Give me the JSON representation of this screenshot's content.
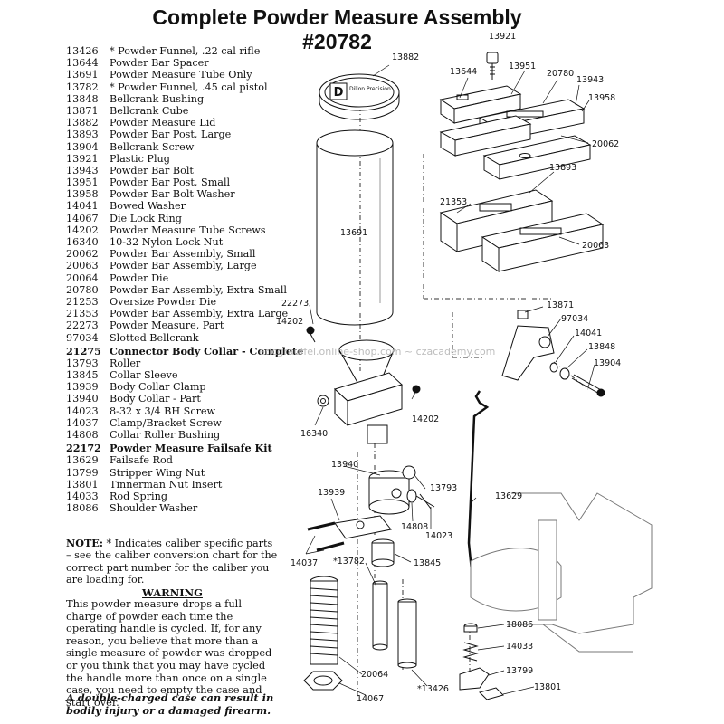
{
  "title": {
    "line1": "Complete Powder Measure Assembly",
    "line2": "#20782"
  },
  "parts_list": [
    {
      "num": "13426",
      "desc": "* Powder Funnel, .22 cal rifle"
    },
    {
      "num": "13644",
      "desc": "Powder Bar Spacer"
    },
    {
      "num": "13691",
      "desc": "Powder Measure Tube Only"
    },
    {
      "num": "13782",
      "desc": "* Powder Funnel, .45 cal pistol"
    },
    {
      "num": "13848",
      "desc": "Bellcrank Bushing"
    },
    {
      "num": "13871",
      "desc": "Bellcrank Cube"
    },
    {
      "num": "13882",
      "desc": "Powder Measure Lid"
    },
    {
      "num": "13893",
      "desc": "Powder Bar Post, Large"
    },
    {
      "num": "13904",
      "desc": "Bellcrank Screw"
    },
    {
      "num": "13921",
      "desc": "Plastic Plug"
    },
    {
      "num": "13943",
      "desc": "Powder Bar Bolt"
    },
    {
      "num": "13951",
      "desc": "Powder Bar Post, Small"
    },
    {
      "num": "13958",
      "desc": "Powder Bar Bolt Washer"
    },
    {
      "num": "14041",
      "desc": "Bowed Washer"
    },
    {
      "num": "14067",
      "desc": "Die Lock Ring"
    },
    {
      "num": "14202",
      "desc": "Powder Measure Tube Screws"
    },
    {
      "num": "16340",
      "desc": "10-32 Nylon Lock Nut"
    },
    {
      "num": "20062",
      "desc": "Powder Bar Assembly, Small"
    },
    {
      "num": "20063",
      "desc": "Powder Bar Assembly, Large"
    },
    {
      "num": "20064",
      "desc": "Powder Die"
    },
    {
      "num": "20780",
      "desc": "Powder Bar Assembly, Extra Small"
    },
    {
      "num": "21253",
      "desc": "Oversize Powder Die"
    },
    {
      "num": "21353",
      "desc": "Powder Bar Assembly, Extra Large"
    },
    {
      "num": "22273",
      "desc": "Powder Measure, Part"
    },
    {
      "num": "97034",
      "desc": "Slotted Bellcrank"
    }
  ],
  "connector_kit": {
    "num": "21275",
    "title": "Connector Body Collar - Complete",
    "items": [
      {
        "num": "13793",
        "desc": "Roller"
      },
      {
        "num": "13845",
        "desc": "Collar Sleeve"
      },
      {
        "num": "13939",
        "desc": "Body Collar Clamp"
      },
      {
        "num": "13940",
        "desc": "Body Collar - Part"
      },
      {
        "num": "14023",
        "desc": "8-32 x 3/4 BH Screw"
      },
      {
        "num": "14037",
        "desc": "Clamp/Bracket Screw"
      },
      {
        "num": "14808",
        "desc": "Collar Roller Bushing"
      }
    ]
  },
  "failsafe_kit": {
    "num": "22172",
    "title": "Powder Measure Failsafe Kit",
    "items": [
      {
        "num": "13629",
        "desc": "Failsafe Rod"
      },
      {
        "num": "13799",
        "desc": "Stripper Wing Nut"
      },
      {
        "num": "13801",
        "desc": "Tinnerman Nut Insert"
      },
      {
        "num": "14033",
        "desc": "Rod Spring"
      },
      {
        "num": "18086",
        "desc": "Shoulder Washer"
      }
    ]
  },
  "note": {
    "label": "NOTE:",
    "text": " *  Indicates caliber specific parts – see the caliber conversion chart for the correct part number for the caliber you are loading for."
  },
  "warning": {
    "title": "WARNING",
    "body": "This powder measure drops a full charge of powder each time the operating handle is cycled. If, for any reason, you believe that more than a single measure of powder was dropped or you think that you may have cycled the handle more than once on a single case, you need to empty the case and start over.",
    "emphasis": "A double-charged case can result in bodily injury or a damaged firearm."
  },
  "callouts": {
    "c13921": "13921",
    "c13882": "13882",
    "c13644": "13644",
    "c13951": "13951",
    "c20780": "20780",
    "c13943": "13943",
    "c13958": "13958",
    "c20062": "20062",
    "c13893": "13893",
    "c21353": "21353",
    "c20063": "20063",
    "c13691": "13691",
    "c22273": "22273",
    "c14202a": "14202",
    "c14202b": "14202",
    "c16340": "16340",
    "c13871": "13871",
    "c97034": "97034",
    "c14041": "14041",
    "c13848": "13848",
    "c13904": "13904",
    "c13940": "13940",
    "c13793": "13793",
    "c13939": "13939",
    "c14808": "14808",
    "c14023": "14023",
    "c13629": "13629",
    "c14037": "14037",
    "c13782": "*13782",
    "c13845": "13845",
    "c18086": "18086",
    "c14033": "14033",
    "c13799": "13799",
    "c13801": "13801",
    "c20064": "20064",
    "c14067": "14067",
    "c13426": "*13426"
  },
  "watermark": "ericgrauffel.online-shop.com ~ czacademy.com",
  "logo_text": "Dillon Precision"
}
